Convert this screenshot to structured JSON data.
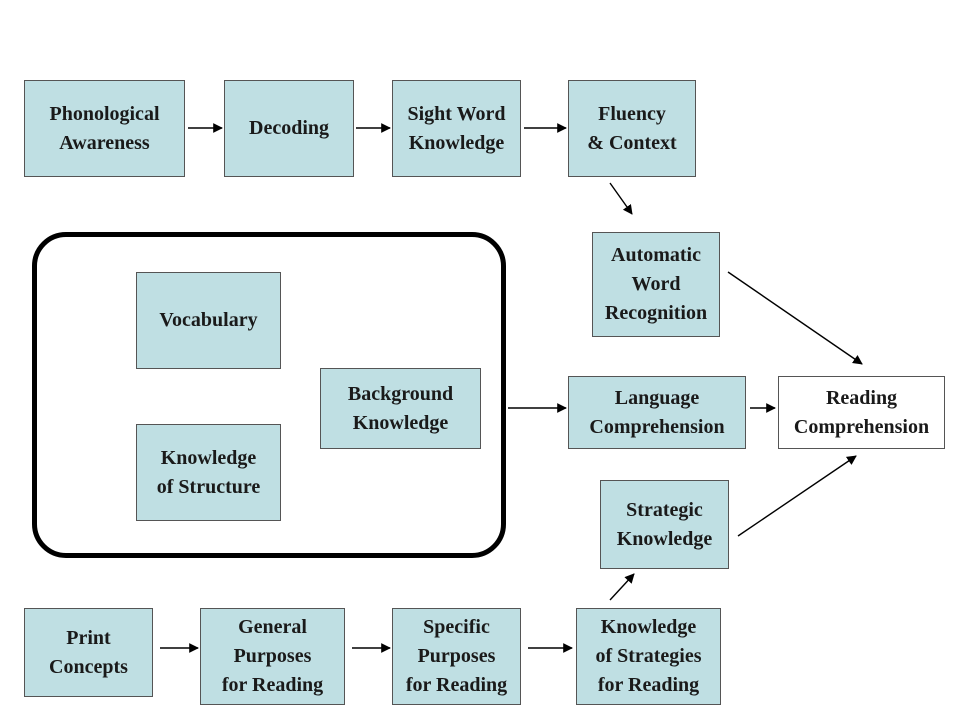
{
  "colors": {
    "node_fill": "#bfdfe3",
    "output_fill": "#ffffff",
    "arrow": "#000000"
  },
  "nodes": {
    "phonological_awareness": "Phonological\nAwareness",
    "decoding": "Decoding",
    "sight_word_knowledge": "Sight Word\nKnowledge",
    "fluency_context": "Fluency\n& Context",
    "automatic_word_recognition": "Automatic\nWord\nRecognition",
    "vocabulary": "Vocabulary",
    "background_knowledge": "Background\nKnowledge",
    "knowledge_of_structure": "Knowledge\nof Structure",
    "language_comprehension": "Language\nComprehension",
    "reading_comprehension": "Reading\nComprehension",
    "strategic_knowledge": "Strategic\nKnowledge",
    "print_concepts": "Print\nConcepts",
    "general_purposes": "General\nPurposes\nfor Reading",
    "specific_purposes": "Specific\nPurposes\nfor Reading",
    "knowledge_of_strategies": "Knowledge\nof Strategies\nfor Reading"
  },
  "edges": [
    {
      "from": "phonological_awareness",
      "to": "decoding"
    },
    {
      "from": "decoding",
      "to": "sight_word_knowledge"
    },
    {
      "from": "sight_word_knowledge",
      "to": "fluency_context"
    },
    {
      "from": "fluency_context",
      "to": "automatic_word_recognition"
    },
    {
      "from": "automatic_word_recognition",
      "to": "reading_comprehension"
    },
    {
      "from": "background_knowledge",
      "to": "language_comprehension"
    },
    {
      "from": "language_comprehension",
      "to": "reading_comprehension"
    },
    {
      "from": "strategic_knowledge",
      "to": "reading_comprehension"
    },
    {
      "from": "print_concepts",
      "to": "general_purposes"
    },
    {
      "from": "general_purposes",
      "to": "specific_purposes"
    },
    {
      "from": "specific_purposes",
      "to": "knowledge_of_strategies"
    },
    {
      "from": "knowledge_of_strategies",
      "to": "strategic_knowledge"
    }
  ]
}
